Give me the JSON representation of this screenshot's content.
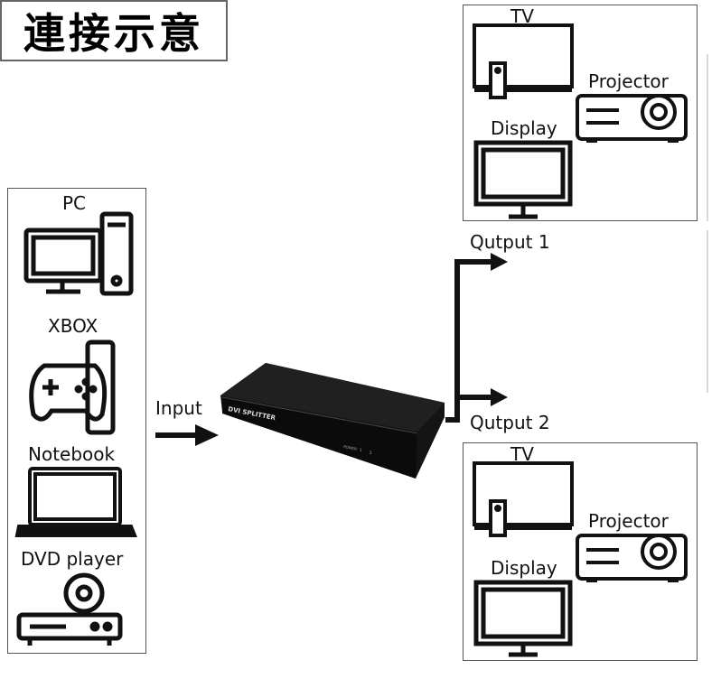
{
  "title": "連接示意",
  "sources": {
    "items": [
      {
        "label": "PC",
        "icon": "pc-icon"
      },
      {
        "label": "XBOX",
        "icon": "gamepad-icon"
      },
      {
        "label": "Notebook",
        "icon": "laptop-icon"
      },
      {
        "label": "DVD player",
        "icon": "dvd-player-icon"
      }
    ]
  },
  "input_label": "Input",
  "splitter": {
    "brand_text": "DVI SPLITTER",
    "led_labels": [
      "POWER",
      "1",
      "2"
    ]
  },
  "outputs": [
    {
      "label": "Qutput 1",
      "displays": [
        "TV",
        "Projector",
        "Display"
      ]
    },
    {
      "label": "Qutput 2",
      "displays": [
        "TV",
        "Projector",
        "Display"
      ]
    }
  ]
}
